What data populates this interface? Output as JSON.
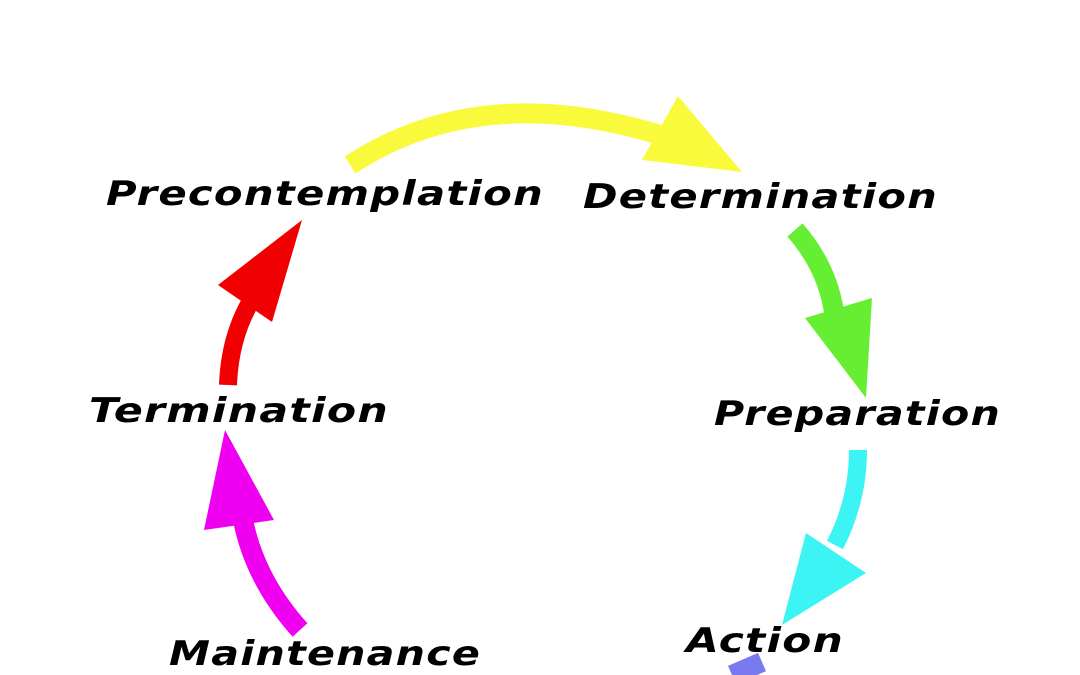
{
  "diagram": {
    "stages": [
      {
        "id": "precontemplation",
        "label": "Precontemplation"
      },
      {
        "id": "determination",
        "label": "Determination"
      },
      {
        "id": "preparation",
        "label": "Preparation"
      },
      {
        "id": "action",
        "label": "Action"
      },
      {
        "id": "maintenance",
        "label": "Maintenance"
      },
      {
        "id": "termination",
        "label": "Termination"
      }
    ],
    "arrow_colors": {
      "precontemplation_to_determination": "#fafa3c",
      "determination_to_preparation": "#66ee33",
      "preparation_to_action": "#3cf4f4",
      "action_to_maintenance": "#7a7af0",
      "maintenance_to_termination": "#f000f0",
      "termination_to_precontemplation": "#f00000"
    }
  }
}
